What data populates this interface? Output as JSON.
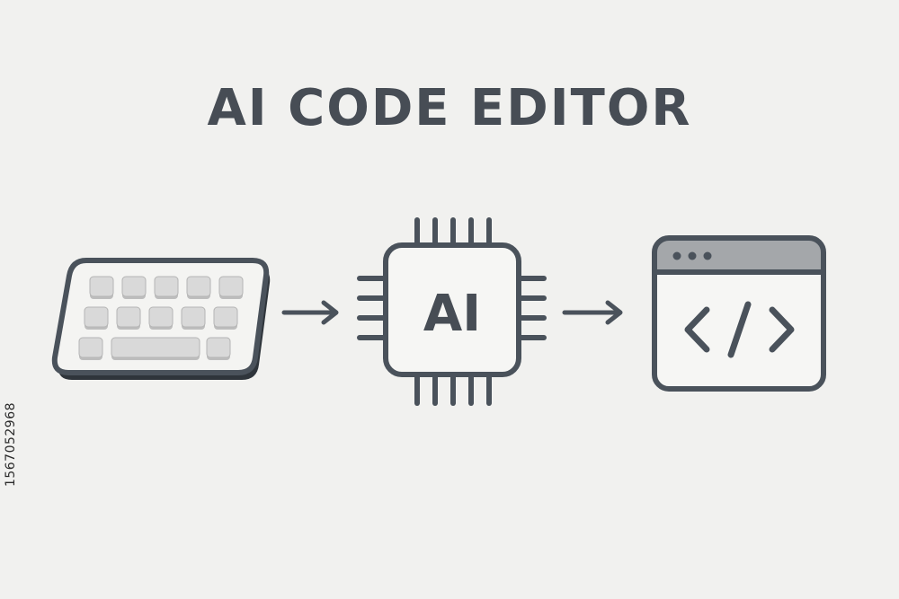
{
  "title": "AI CODE EDITOR",
  "stock_id": "1567052968",
  "diagram": {
    "nodes": [
      {
        "id": "keyboard",
        "icon": "keyboard-icon"
      },
      {
        "id": "ai-chip",
        "icon": "ai-chip-icon",
        "label": "AI"
      },
      {
        "id": "code-window",
        "icon": "code-window-icon",
        "label": "</>"
      }
    ],
    "edges": [
      {
        "from": "keyboard",
        "to": "ai-chip"
      },
      {
        "from": "ai-chip",
        "to": "code-window"
      }
    ]
  },
  "colors": {
    "background": "#f1f1ef",
    "stroke": "#4a525b",
    "key_fill": "#d8d8d8",
    "titlebar_fill": "#a4a7aa",
    "text": "#474d55"
  }
}
